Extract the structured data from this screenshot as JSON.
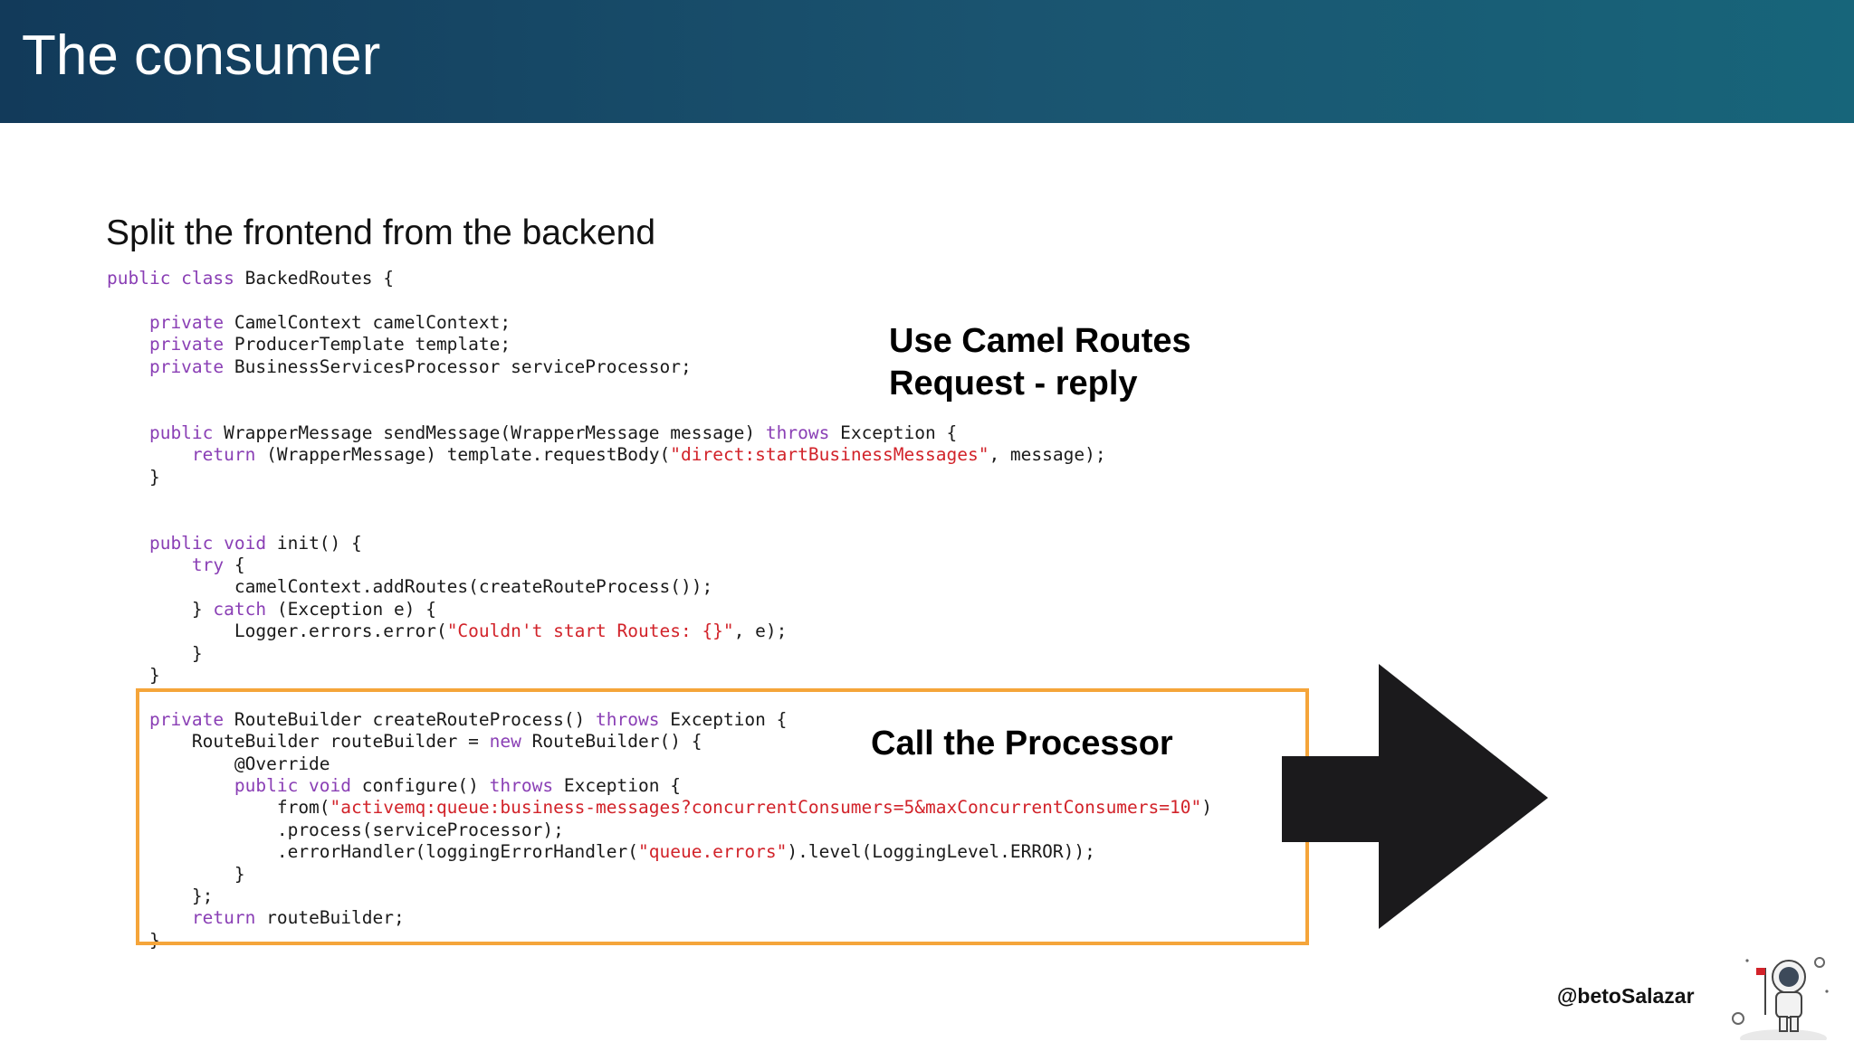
{
  "header": {
    "title": "The consumer"
  },
  "subtitle": "Split the frontend from the backend",
  "annotations": {
    "routes_line1": "Use Camel Routes",
    "routes_line2": "Request - reply",
    "processor": "Call the Processor"
  },
  "footer": {
    "handle": "@betoSalazar"
  },
  "colors": {
    "header": "#123a5a",
    "highlight": "#f5a53a",
    "keyword": "#8a3fb5",
    "string": "#d2232a"
  },
  "code_lines": [
    [
      {
        "k": "kw",
        "t": "public class"
      },
      {
        "t": " BackedRoutes {"
      }
    ],
    [
      {
        "t": ""
      }
    ],
    [
      {
        "k": "kw",
        "t": "    private"
      },
      {
        "t": " CamelContext camelContext;"
      }
    ],
    [
      {
        "k": "kw",
        "t": "    private"
      },
      {
        "t": " ProducerTemplate template;"
      }
    ],
    [
      {
        "k": "kw",
        "t": "    private"
      },
      {
        "t": " BusinessServicesProcessor serviceProcessor;"
      }
    ],
    [
      {
        "t": ""
      }
    ],
    [
      {
        "t": ""
      }
    ],
    [
      {
        "k": "kw",
        "t": "    public"
      },
      {
        "t": " WrapperMessage sendMessage(WrapperMessage message) "
      },
      {
        "k": "kw",
        "t": "throws"
      },
      {
        "t": " Exception {"
      }
    ],
    [
      {
        "k": "kw",
        "t": "        return"
      },
      {
        "t": " (WrapperMessage) template.requestBody("
      },
      {
        "k": "str",
        "t": "\"direct:startBusinessMessages\""
      },
      {
        "t": ", message);"
      }
    ],
    [
      {
        "t": "    }"
      }
    ],
    [
      {
        "t": ""
      }
    ],
    [
      {
        "t": ""
      }
    ],
    [
      {
        "k": "kw",
        "t": "    public void"
      },
      {
        "t": " init() {"
      }
    ],
    [
      {
        "k": "kw",
        "t": "        try"
      },
      {
        "t": " {"
      }
    ],
    [
      {
        "t": "            camelContext.addRoutes(createRouteProcess());"
      }
    ],
    [
      {
        "t": "        } "
      },
      {
        "k": "kw",
        "t": "catch"
      },
      {
        "t": " (Exception e) {"
      }
    ],
    [
      {
        "t": "            Logger.errors.error("
      },
      {
        "k": "str",
        "t": "\"Couldn't start Routes: {}\""
      },
      {
        "t": ", e);"
      }
    ],
    [
      {
        "t": "        }"
      }
    ],
    [
      {
        "t": "    }"
      }
    ],
    [
      {
        "t": ""
      }
    ],
    [
      {
        "k": "kw",
        "t": "    private"
      },
      {
        "t": " RouteBuilder createRouteProcess() "
      },
      {
        "k": "kw",
        "t": "throws"
      },
      {
        "t": " Exception {"
      }
    ],
    [
      {
        "t": "        RouteBuilder routeBuilder = "
      },
      {
        "k": "kw",
        "t": "new"
      },
      {
        "t": " RouteBuilder() {"
      }
    ],
    [
      {
        "t": "            @Override"
      }
    ],
    [
      {
        "k": "kw",
        "t": "            public void"
      },
      {
        "t": " configure() "
      },
      {
        "k": "kw",
        "t": "throws"
      },
      {
        "t": " Exception {"
      }
    ],
    [
      {
        "t": "                from("
      },
      {
        "k": "str",
        "t": "\"activemq:queue:business-messages?concurrentConsumers=5&maxConcurrentConsumers=10\""
      },
      {
        "t": ")"
      }
    ],
    [
      {
        "t": "                .process(serviceProcessor);"
      }
    ],
    [
      {
        "t": "                .errorHandler(loggingErrorHandler("
      },
      {
        "k": "str",
        "t": "\"queue.errors\""
      },
      {
        "t": ").level(LoggingLevel.ERROR));"
      }
    ],
    [
      {
        "t": "            }"
      }
    ],
    [
      {
        "t": "        };"
      }
    ],
    [
      {
        "k": "kw",
        "t": "        return"
      },
      {
        "t": " routeBuilder;"
      }
    ],
    [
      {
        "t": "    }"
      }
    ]
  ]
}
